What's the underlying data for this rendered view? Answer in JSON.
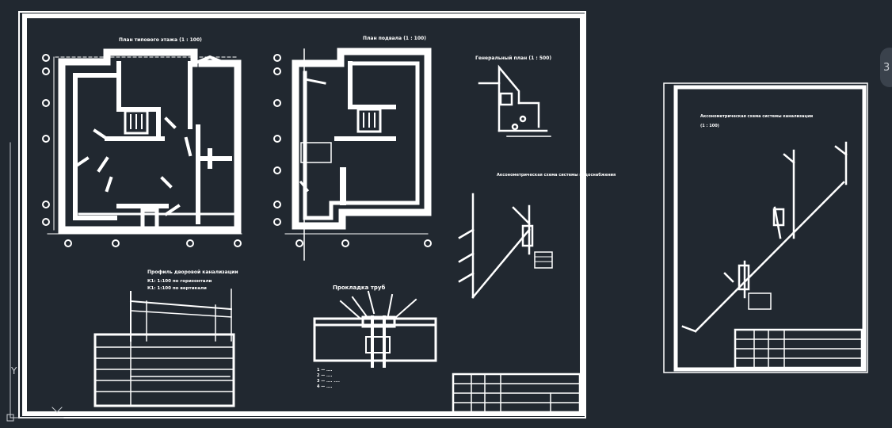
{
  "viewport": {
    "side_tab_label": "3",
    "ucs_axis_label": "Y"
  },
  "sheet1": {
    "plan1_title": "План типового этажа (1 : 100)",
    "plan2_title": "План подвала (1 : 100)",
    "genplan_title": "Генеральный план (1 : 500)",
    "axon_title": "Аксонометрическая схема системы водоснабжения",
    "profile_title": "Профиль дворовой канализации",
    "profile_sub1": "К1: 1:100 по горизонтали",
    "profile_sub2": "К1: 1:100 по вертикали",
    "detail_title": "Прокладка труб",
    "detail_legend": [
      "1 — ....",
      "2 — ....",
      "3 — .... ....",
      "4 — ...."
    ]
  },
  "sheet2": {
    "title": "Аксонометрическая схема системы канализации",
    "scale": "(1 : 100)"
  },
  "colors": {
    "background": "#212830",
    "lines": "#ffffff"
  }
}
